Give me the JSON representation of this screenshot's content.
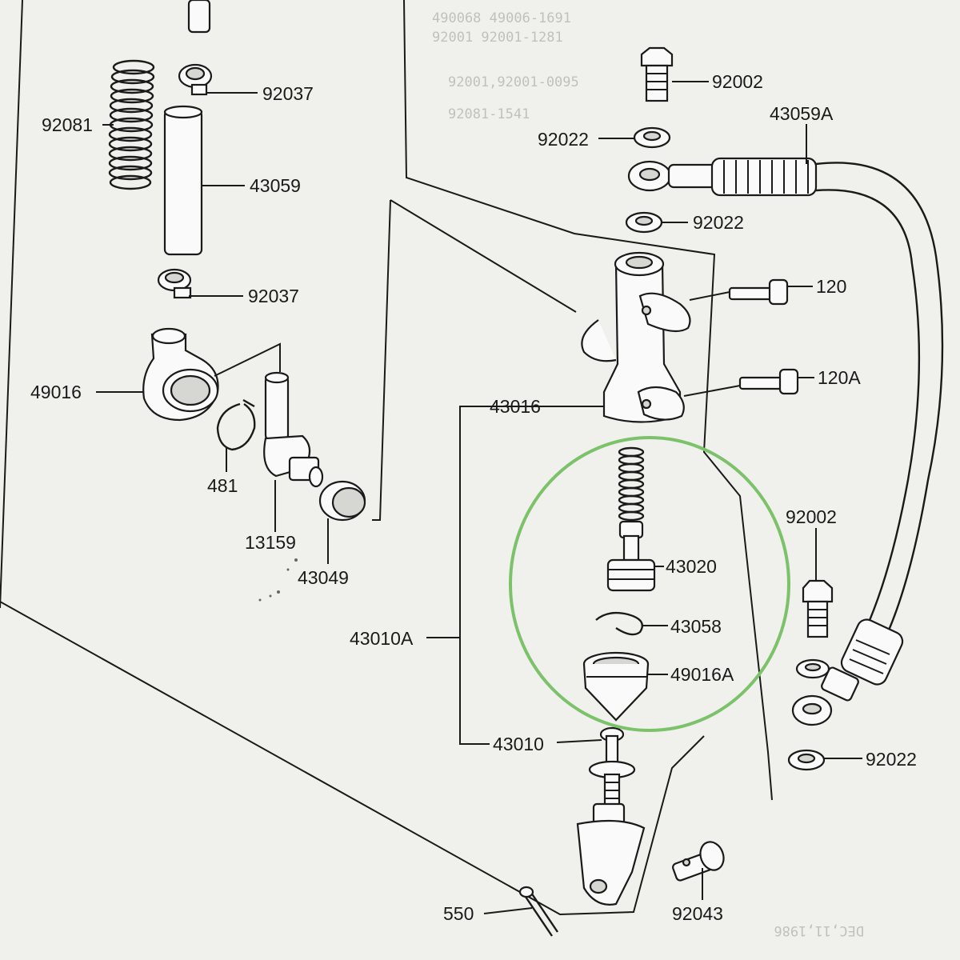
{
  "diagram": {
    "part_labels": {
      "p92037_top": "92037",
      "p92081": "92081",
      "p43059": "43059",
      "p92037_mid": "92037",
      "p49016": "49016",
      "p481": "481",
      "p13159": "13159",
      "p43049": "43049",
      "p92002_top": "92002",
      "p92022_top": "92022",
      "p43059A": "43059A",
      "p92022_mid": "92022",
      "p120": "120",
      "p120A": "120A",
      "p43016": "43016",
      "p43020": "43020",
      "p43058": "43058",
      "p49016A": "49016A",
      "p43010A": "43010A",
      "p43010": "43010",
      "p92002_right": "92002",
      "p92022_right": "92022",
      "p550": "550",
      "p92043": "92043"
    },
    "highlight_color": "#7cc26a",
    "line_color": "#1a1a1a",
    "paper_color": "#f0f0ec",
    "bleed_through_text": {
      "row1": "490068 49006-1691",
      "row2": "92001  92001-1281",
      "row3": "92001,92001-0095",
      "row4": "       92081-1541",
      "date": "DEC,11,1986"
    }
  }
}
